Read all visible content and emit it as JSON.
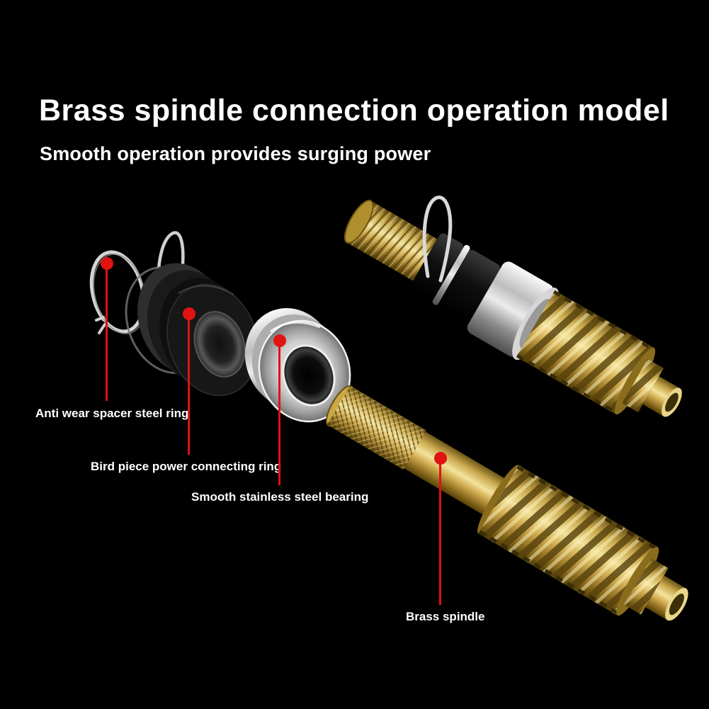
{
  "header": {
    "title": "Brass spindle connection operation model",
    "subtitle": "Smooth operation provides surging power"
  },
  "callouts": [
    {
      "label": "Anti wear spacer steel ring"
    },
    {
      "label": "Bird piece power connecting ring"
    },
    {
      "label": "Smooth stainless steel bearing"
    },
    {
      "label": "Brass spindle"
    }
  ],
  "parts": [
    {
      "name": "anti-wear-spacer-steel-ring"
    },
    {
      "name": "retaining-spring-clip"
    },
    {
      "name": "bird-piece-power-connecting-ring"
    },
    {
      "name": "smooth-stainless-steel-bearing"
    },
    {
      "name": "assembled-spindle-unit"
    },
    {
      "name": "brass-spindle"
    }
  ],
  "colors": {
    "background": "#000000",
    "text": "#ffffff",
    "accent_red": "#e01212",
    "brass": "#d8b55a",
    "chrome": "#c8c8c8"
  }
}
